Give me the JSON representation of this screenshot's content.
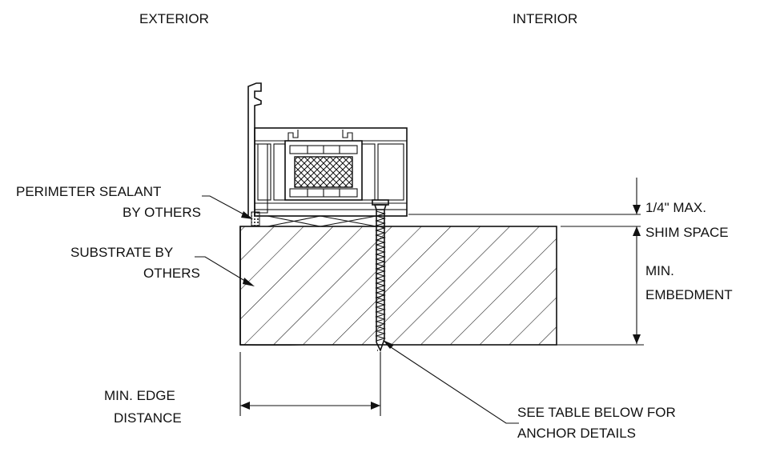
{
  "labels": {
    "exterior": "EXTERIOR",
    "interior": "INTERIOR",
    "perimeter_sealant_line1": "PERIMETER SEALANT",
    "perimeter_sealant_line2": "BY OTHERS",
    "substrate_line1": "SUBSTRATE BY",
    "substrate_line2": "OTHERS",
    "shim_line1": "1/4\" MAX.",
    "shim_line2": "SHIM SPACE",
    "embed_line1": "MIN.",
    "embed_line2": "EMBEDMENT",
    "edge_line1": "MIN. EDGE",
    "edge_line2": "DISTANCE",
    "see_table_line1": "SEE TABLE BELOW FOR",
    "see_table_line2": "ANCHOR DETAILS"
  },
  "colors": {
    "ink": "#111111",
    "background": "#ffffff"
  }
}
